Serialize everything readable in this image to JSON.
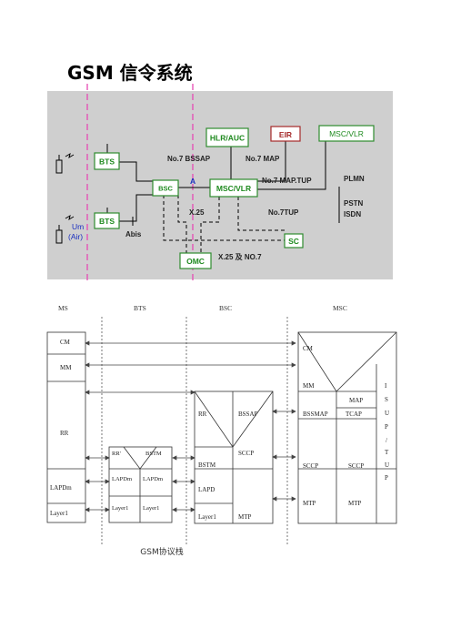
{
  "title": "GSM 信令系统",
  "network": {
    "nodes": {
      "bts1": "BTS",
      "bts2": "BTS",
      "bsc": "BSC",
      "msc_vlr": "MSC/VLR",
      "hlr_auc": "HLR/AUC",
      "eir": "EIR",
      "msc_vlr_ext": "MSC/VLR",
      "sc": "SC",
      "omc": "OMC"
    },
    "interfaces": {
      "a": "A",
      "abis": "Abis",
      "um_line1": "Um",
      "um_line2": "(Air)",
      "no7_bssap": "No.7 BSSAP",
      "no7_map": "No.7 MAP",
      "no7_map_tup": "No.7 MAP.TUP",
      "x25": "X.25",
      "no7_tup": "No.7TUP",
      "x25_no7": "X.25 及 NO.7"
    },
    "external": {
      "plmn": "PLMN",
      "pstn": "PSTN",
      "isdn": "ISDN"
    },
    "colors": {
      "green_border": "#2e8b2e",
      "green_text": "#1f8a1f",
      "eir_red": "#a52a2a",
      "dashed_pink": "#e64bb4",
      "blue": "#1a2fbf",
      "panel_bg": "#cfcfcf"
    }
  },
  "stack": {
    "columns": {
      "ms": "MS",
      "bts": "BTS",
      "bsc": "BSC",
      "msc": "MSC"
    },
    "ms_layers": [
      "CM",
      "MM",
      "RR",
      "LAPDm",
      "Layer1"
    ],
    "bts_layers": {
      "rr": "RR'",
      "bstm": "BSTM",
      "lapdm_left": "LAPDm",
      "lapdm_right": "LAPDm",
      "layer1_left": "Layer1",
      "layer1_right": "Layer1"
    },
    "bsc_layers": {
      "rr": "RR",
      "bssap": "BSSAP",
      "sccp": "SCCP",
      "bstm": "BSTM",
      "lapd": "LAPD",
      "layer1": "Layer1",
      "mtp": "MTP"
    },
    "msc_layers": {
      "cm": "CM",
      "mm": "MM",
      "bssmap": "BSSMAP",
      "map": "MAP",
      "tcap": "TCAP",
      "sccp_left": "SCCP",
      "sccp_right": "SCCP",
      "mtp_left": "MTP",
      "mtp_right": "MTP",
      "isup_tup": [
        "I",
        "S",
        "U",
        "P",
        "/",
        "T",
        "U",
        "P"
      ]
    },
    "caption": "GSM协议栈"
  }
}
